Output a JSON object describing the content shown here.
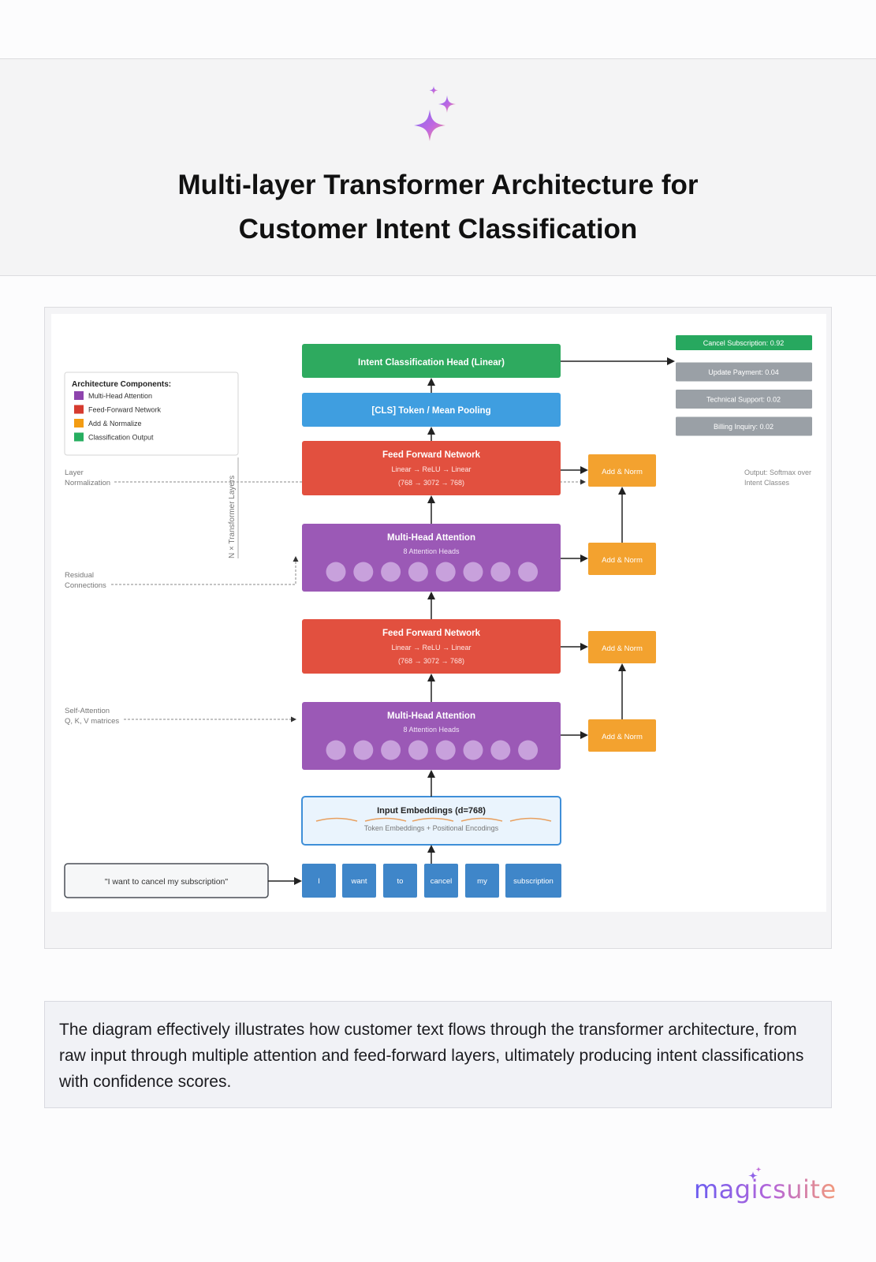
{
  "header": {
    "title_line1": "Multi-layer Transformer Architecture for",
    "title_line2": "Customer Intent Classification"
  },
  "colors": {
    "attention": "#9b59b6",
    "ffn": "#e04f43",
    "add_norm": "#f3a22f",
    "classification": "#27a85f",
    "pooling": "#3d9be0",
    "token": "#3f86c9",
    "grey_output": "#9aa0a6"
  },
  "diagram": {
    "legend": {
      "title": "Architecture Components:",
      "items": [
        {
          "label": "Multi-Head Attention",
          "color": "#8e44ad"
        },
        {
          "label": "Feed-Forward Network",
          "color": "#d63b2f"
        },
        {
          "label": "Add & Normalize",
          "color": "#f39c12"
        },
        {
          "label": "Classification Output",
          "color": "#27ae60"
        }
      ]
    },
    "classification_head": "Intent Classification Head (Linear)",
    "pooling": "[CLS] Token / Mean Pooling",
    "ffn": {
      "title": "Feed Forward Network",
      "sub1": "Linear → ReLU → Linear",
      "sub2": "(768 → 3072 → 768)"
    },
    "mha": {
      "title": "Multi-Head Attention",
      "sub": "8 Attention Heads",
      "heads": 8
    },
    "add_norm": "Add & Norm",
    "embeddings": {
      "title": "Input Embeddings (d=768)",
      "sub": "Token Embeddings + Positional Encodings"
    },
    "input_sentence": "\"I want to cancel my subscription\"",
    "tokens": [
      "I",
      "want",
      "to",
      "cancel",
      "my",
      "subscription"
    ],
    "outputs": [
      {
        "label": "Cancel Subscription: 0.92",
        "highlight": true
      },
      {
        "label": "Update Payment: 0.04",
        "highlight": false
      },
      {
        "label": "Technical Support: 0.02",
        "highlight": false
      },
      {
        "label": "Billing Inquiry: 0.02",
        "highlight": false
      }
    ],
    "annotations": {
      "layer_norm": [
        "Layer",
        "Normalization"
      ],
      "residual": [
        "Residual",
        "Connections"
      ],
      "self_attention": [
        "Self-Attention",
        "Q, K, V matrices"
      ],
      "n_layers": "N × Transformer Layers",
      "output_note": [
        "Output: Softmax over",
        "Intent Classes"
      ]
    }
  },
  "summary": "The diagram effectively illustrates how customer text flows through the transformer architecture, from raw input through multiple attention and feed-forward layers, ultimately producing intent classifications with confidence scores.",
  "brand": "magicsuite"
}
